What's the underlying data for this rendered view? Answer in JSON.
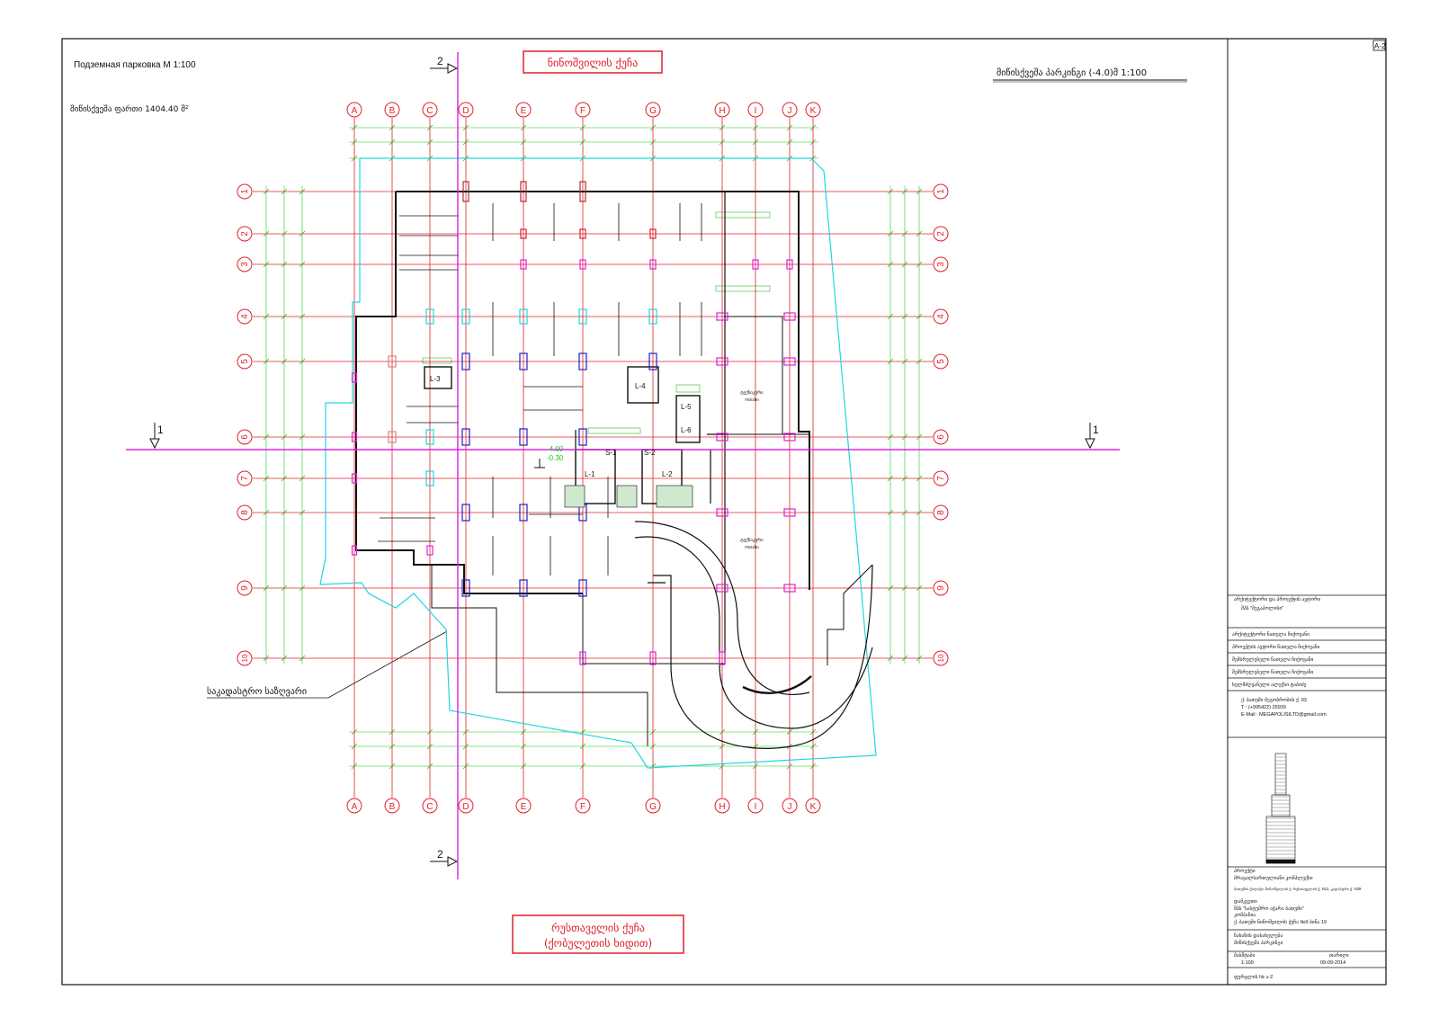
{
  "sheet": {
    "sheet_id": "A-2",
    "header_ru": "Подземная парковка М 1:100",
    "area_label": "მიწისქვეშა ფართი 1404.40 მ²",
    "plan_title": "მიწისქვეშა პარკინგი (-4.0)მ 1:100",
    "street_top": "ნინოშვილის ქუჩა",
    "street_bottom_1": "რუსთაველის ქუჩა",
    "street_bottom_2": "(ქობულეთის ხიდით)",
    "cadastral_label": "საკადასტრო საზღვარი"
  },
  "colors": {
    "grid_red": "#e0202a",
    "dim_green": "#1fc21f",
    "section_magenta": "#e020e0",
    "boundary_cyan": "#20d6e0",
    "column_blue": "#2020c8",
    "wall_black": "#111111"
  },
  "grid": {
    "columns": [
      "A",
      "B",
      "C",
      "D",
      "E",
      "F",
      "G",
      "H",
      "I",
      "J",
      "K"
    ],
    "rows": [
      "1",
      "2",
      "3",
      "4",
      "5",
      "6",
      "7",
      "8",
      "9",
      "10"
    ]
  },
  "sections": {
    "horizontal": "1",
    "vertical": "2"
  },
  "levels": {
    "top": "-4.00",
    "bottom": "-0.30"
  },
  "rooms": {
    "lifts": [
      "L-3",
      "L-4",
      "L-5",
      "L-6",
      "L-1",
      "L-2"
    ],
    "stairs": [
      "S-1",
      "S-2"
    ],
    "tech_room_label_1": "ტექნიკური",
    "tech_room_label_2": "ოთახი"
  },
  "title_block": {
    "r1": "არქიტექტორი და პროექტის ავტორი",
    "r2": "შპს \"მეგაპოლისი\"",
    "r3": "არქიტექტორი ნათელა ჩიქოვანი",
    "r4": "პროექტის ავტორი ნათელა ჩიქოვანი",
    "r5": "შემსრულებელი ნათელა ჩიქოვანი",
    "r6": "შემსრულებელი ნათელა ჩიქოვანი",
    "r7": "ხელმძღვანელი ალექსი ტაბიძე",
    "address": "ქ. ბათუმი მეგობრობის ქ. 93",
    "phone": "T : (+995422) 25939",
    "email": "E-Mail : MEGAPOLISILTD@gmail.com",
    "project_head": "პროექტი",
    "project_name": "მრავალსართულიანი კომპლექსი",
    "project_addr": "ბათუმის ქალაქი, ნინოშვილის ქ. რუსთაველის ქ. N12, კადასტრი ქ. N39",
    "client_head": "დამკვეთი",
    "client_name": "შპს \"სასტუმრო აჭარა ბათუმი\"",
    "client_sub": "კომპანია",
    "client_addr": "ქ. ბათუმი ნინოშვილის ქუჩა №9 ბინა 19",
    "drawing_head": "ნახაზის დასახელება",
    "drawing_name": "მიწისქვეშა პარკინგი",
    "scale_label": "მასშტაბი",
    "scale_value": "1:100",
    "date_label": "თარიღი",
    "date_value": "09-09-2014",
    "sheet_no": "ფურცლის № ა-2"
  }
}
